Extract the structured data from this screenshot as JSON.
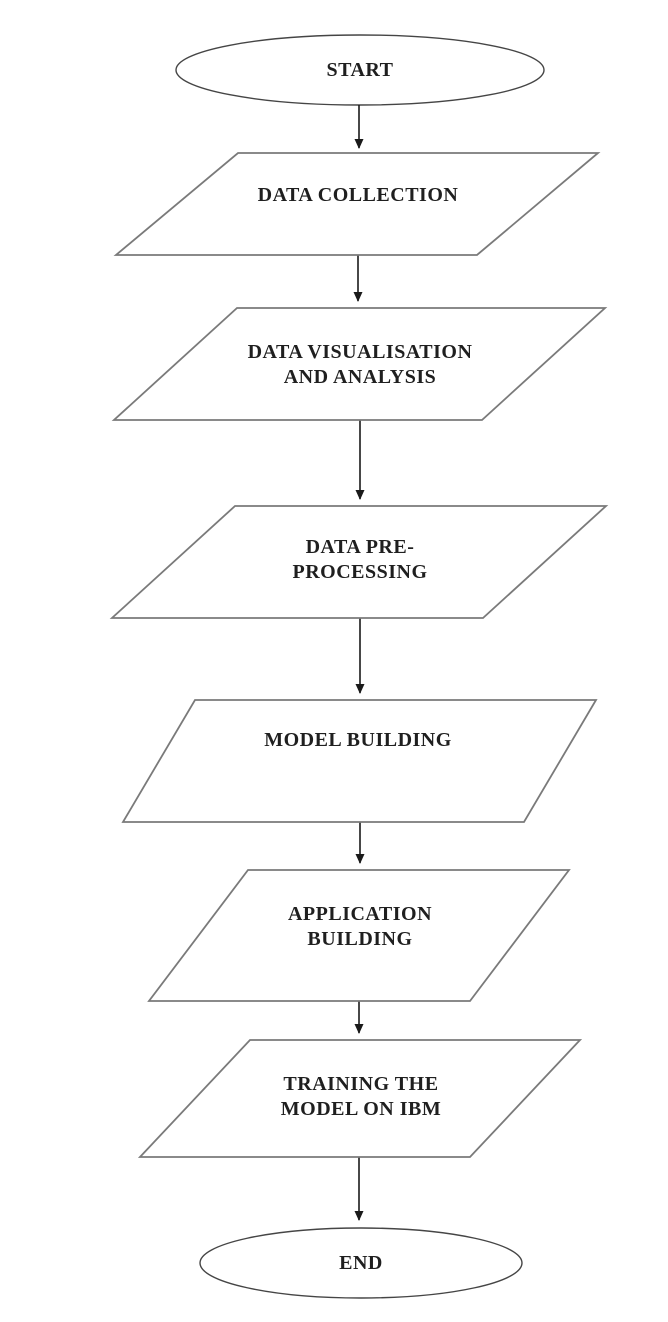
{
  "flowchart": {
    "title": "process-flowchart",
    "colors": {
      "background": "#ffffff",
      "parallelogram_outline": "#7a7a7a",
      "terminator_outline": "#454545",
      "arrow": "#1a1a1a",
      "text": "#1f1f1f"
    },
    "nodes": [
      {
        "id": "start",
        "type": "terminator",
        "label": "START"
      },
      {
        "id": "data-collection",
        "type": "parallelogram",
        "label": "DATA COLLECTION"
      },
      {
        "id": "data-visualisation",
        "type": "parallelogram",
        "label": "DATA VISUALISATION\nAND ANALYSIS"
      },
      {
        "id": "data-preprocessing",
        "type": "parallelogram",
        "label": "DATA PRE-\nPROCESSING"
      },
      {
        "id": "model-building",
        "type": "parallelogram",
        "label": "MODEL BUILDING"
      },
      {
        "id": "application-building",
        "type": "parallelogram",
        "label": "APPLICATION\nBUILDING"
      },
      {
        "id": "training-model",
        "type": "parallelogram",
        "label": "TRAINING THE\nMODEL ON IBM"
      },
      {
        "id": "end",
        "type": "terminator",
        "label": "END"
      }
    ],
    "edges": [
      {
        "from": "start",
        "to": "data-collection"
      },
      {
        "from": "data-collection",
        "to": "data-visualisation"
      },
      {
        "from": "data-visualisation",
        "to": "data-preprocessing"
      },
      {
        "from": "data-preprocessing",
        "to": "model-building"
      },
      {
        "from": "model-building",
        "to": "application-building"
      },
      {
        "from": "application-building",
        "to": "training-model"
      },
      {
        "from": "training-model",
        "to": "end"
      }
    ]
  }
}
